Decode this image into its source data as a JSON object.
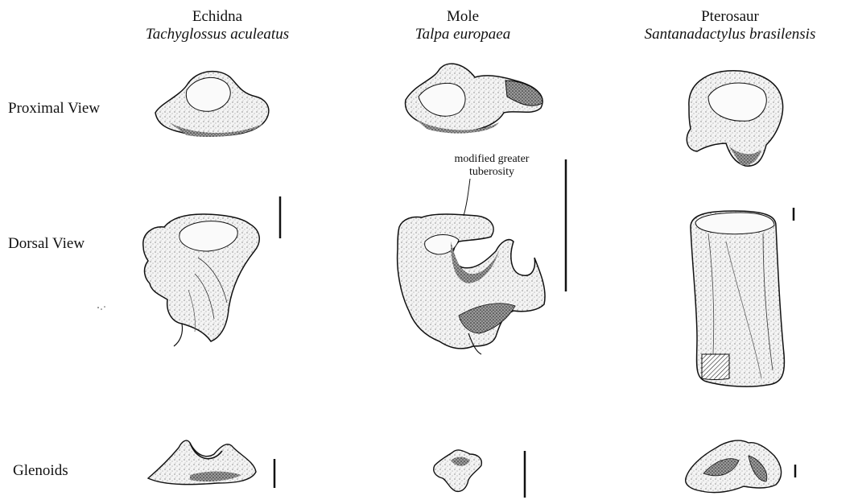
{
  "columns": [
    {
      "common": "Echidna",
      "scientific": "Tachyglossus aculeatus"
    },
    {
      "common": "Mole",
      "scientific": "Talpa europaea"
    },
    {
      "common": "Pterosaur",
      "scientific": "Santanadactylus brasilensis"
    }
  ],
  "rows": [
    {
      "label": "Proximal View"
    },
    {
      "label": "Dorsal View"
    },
    {
      "label": "Glenoids"
    }
  ],
  "annotation": {
    "line1": "modified greater",
    "line2": "tuberosity"
  }
}
